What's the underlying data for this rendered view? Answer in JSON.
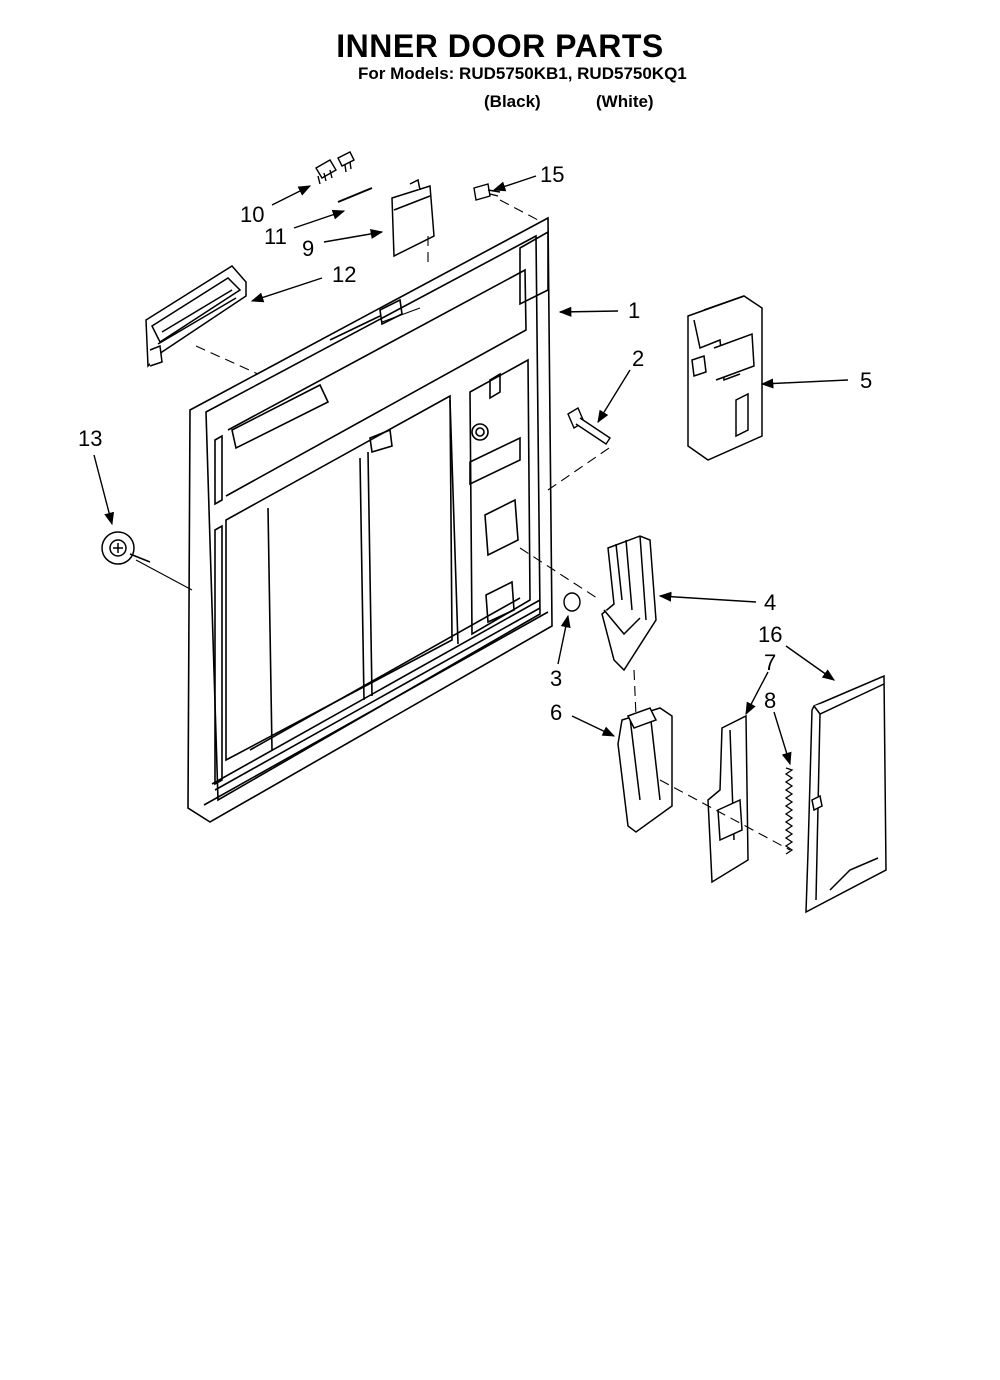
{
  "header": {
    "title": "INNER DOOR PARTS",
    "models": "For Models: RUD5750KB1, RUD5750KQ1",
    "variant_black": "(Black)",
    "variant_white": "(White)"
  },
  "callouts": {
    "c1": "1",
    "c2": "2",
    "c3": "3",
    "c4": "4",
    "c5": "5",
    "c6": "6",
    "c7": "7",
    "c8": "8",
    "c9": "9",
    "c10": "10",
    "c11": "11",
    "c12": "12",
    "c13": "13",
    "c15": "15",
    "c16": "16"
  }
}
